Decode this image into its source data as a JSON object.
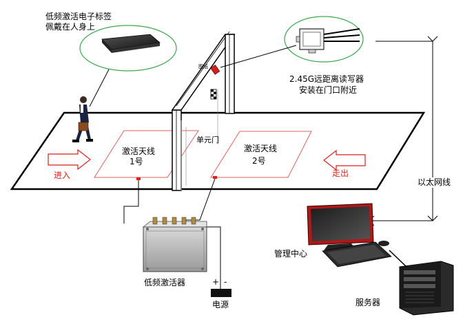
{
  "tag": {
    "title_line1": "低频激活电子标签",
    "title_line2": "佩戴在人身上"
  },
  "reader": {
    "line1": "2.45G远距离读写器",
    "line2": "安装在门口附近"
  },
  "door": {
    "label": "单元门"
  },
  "zones": [
    {
      "label_line1": "激活天线",
      "label_line2": "1号"
    },
    {
      "label_line1": "激活天线",
      "label_line2": "2号"
    }
  ],
  "arrows": {
    "enter_label": "进入",
    "exit_label": "走出"
  },
  "network": {
    "label": "以太网线"
  },
  "activator": {
    "label": "低频激活器"
  },
  "power": {
    "label": "电源",
    "plus": "+",
    "minus": "-"
  },
  "management": {
    "label": "管理中心"
  },
  "server": {
    "label": "服务器"
  },
  "colors": {
    "zone_border": "#e06060",
    "arrow_stroke": "#e0201a",
    "ellipse_stroke": "#3aa84a",
    "line": "#000000"
  }
}
